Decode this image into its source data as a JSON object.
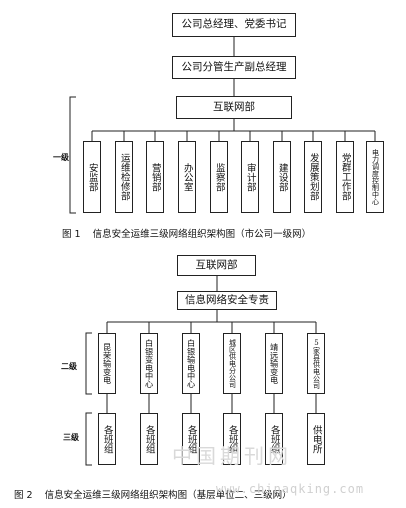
{
  "figure1": {
    "top_boxes": [
      "公司总经理、党委书记",
      "公司分管生产副总经理"
    ],
    "internet_dept": "互联网部",
    "departments": [
      "安监部",
      "运维检修部",
      "营销部",
      "办公室",
      "监察部",
      "审计部",
      "建设部",
      "发展策划部",
      "党群工作部",
      "电力调度控制中心"
    ],
    "level_label": "一级",
    "caption_num": "图 1",
    "caption_text": "信息安全运维三级网络组织架构图（市公司一级网）"
  },
  "figure2": {
    "internet_dept": "互联网部",
    "specialist": "信息网络安全专责",
    "level2_units": [
      "昆荣输变电",
      "白银变电中心",
      "白银输电中心",
      "城区供电分公司",
      "靖远输变电",
      "5家县供电公司"
    ],
    "level3_units": [
      "各班组",
      "各班组",
      "各班组",
      "各班组",
      "各班组",
      "供电所"
    ],
    "level2_label": "二级",
    "level3_label": "三级",
    "caption_num": "图 2",
    "caption_text": "信息安全运维三级网络组织架构图（基层单位二、三级网）"
  },
  "watermark": {
    "text": "中国期刊网",
    "url": "www.chinaqking.com"
  }
}
